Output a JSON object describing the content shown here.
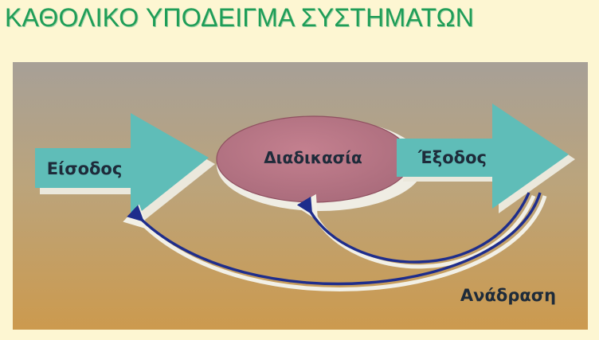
{
  "slide": {
    "title": "ΚΑΘΟΛΙΚΟ ΥΠΟΔΕΙΓΜΑ ΣΥΣΤΗΜΑΤΩΝ"
  },
  "diagram": {
    "input_label": "Είσοδος",
    "process_label": "Διαδικασία",
    "output_label": "Έξοδος",
    "feedback_label": "Ανάδραση"
  },
  "colors": {
    "title_green": "#1f9d57",
    "arrow_teal": "#5fbdb8",
    "process_pink": "#b77384",
    "feedback_blue": "#1e2d8c",
    "slide_background": "#fdf6d2"
  }
}
